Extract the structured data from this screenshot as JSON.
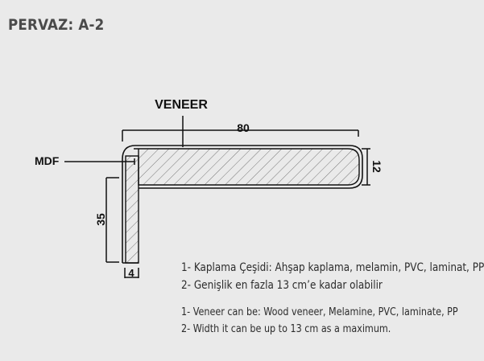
{
  "title": "PERVAZ: A-2",
  "diagram": {
    "labels": {
      "veneer": "VENEER",
      "mdf": "MDF",
      "width": "80",
      "thickness": "12",
      "leg_height": "35",
      "leg_width": "4"
    }
  },
  "notes": {
    "turkish": [
      "1- Kaplama Çeşidi: Ahşap kaplama, melamin, PVC, laminat, PP",
      "2- Genişlik en fazla 13 cm’e kadar olabilir"
    ],
    "english": [
      "1- Veneer can be: Wood veneer, Melamine, PVC, laminate, PP",
      "2- Width it can be up to 13 cm as a maximum."
    ]
  },
  "colors": {
    "background": "#eaeaea",
    "line": "#111111",
    "title": "#4a4a4a"
  }
}
